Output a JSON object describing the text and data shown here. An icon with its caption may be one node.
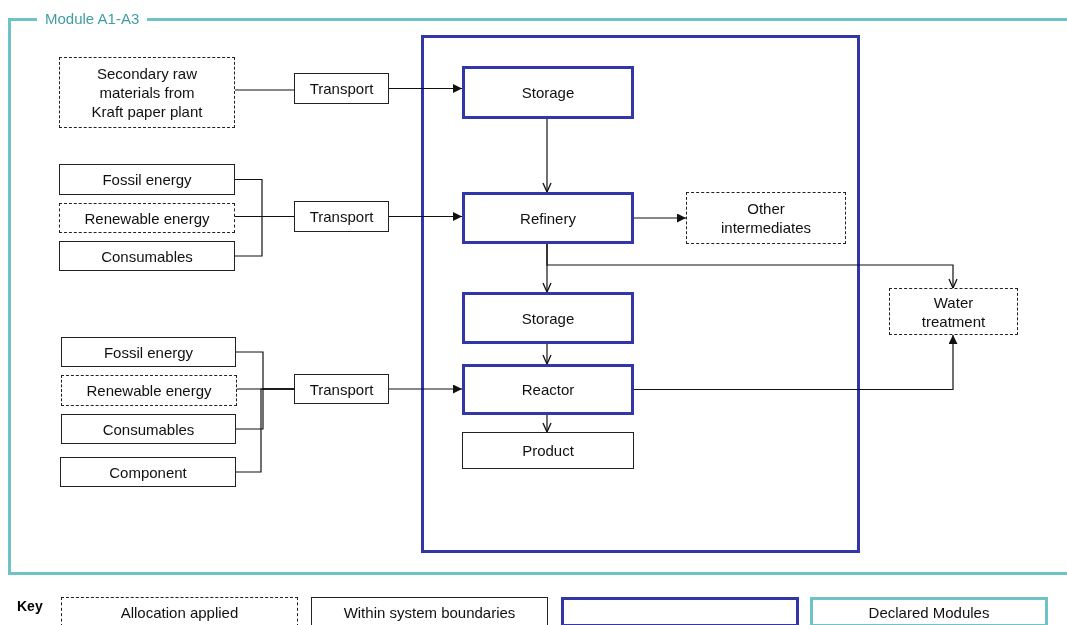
{
  "diagram": {
    "nodes": [
      {
        "text": [
          "Module A1-A3"
        ]
      },
      {
        "text": [],
        "shape": "box",
        "in": 0
      },
      {
        "text": [
          "Secondary raw materials from Kraft paper plant"
        ],
        "in": 0
      },
      {
        "text": [
          "Transport"
        ],
        "in": 0
      },
      {
        "text": [
          "Storage"
        ],
        "in": 1
      },
      {
        "text": [
          "Fossil energy"
        ],
        "in": 0
      },
      {
        "text": [
          "Renewable energy"
        ],
        "in": 0
      },
      {
        "text": [
          "Consumables"
        ],
        "in": 0
      },
      {
        "text": [
          "Transport"
        ],
        "in": 0
      },
      {
        "text": [
          "Refinery"
        ],
        "in": 1
      },
      {
        "text": [
          "Other intermediates"
        ],
        "in": 1
      },
      {
        "text": [
          "Water treatment"
        ],
        "in": 0
      },
      {
        "text": [
          "Storage"
        ],
        "in": 1
      },
      {
        "text": [
          "Fossil energy"
        ],
        "in": 0
      },
      {
        "text": [
          "Renewable energy"
        ],
        "in": 0
      },
      {
        "text": [
          "Consumables"
        ],
        "in": 0
      },
      {
        "text": [
          "Component"
        ],
        "in": 0
      },
      {
        "text": [
          "Transport"
        ],
        "in": 0
      },
      {
        "text": [
          "Reactor"
        ],
        "in": 1
      },
      {
        "text": [
          "Product"
        ],
        "in": 1
      },
      {
        "text": [
          "Allocation applied"
        ]
      },
      {
        "text": [
          "Within system boundaries"
        ]
      },
      {
        "text": [],
        "shape": "box"
      },
      {
        "text": [
          "Declared Modules"
        ]
      }
    ],
    "edges": [
      {
        "from": 2,
        "to": 3,
        "arrow": "none"
      },
      {
        "from": 3,
        "to": 4,
        "arrow": "to"
      },
      {
        "from": 5,
        "to": 8,
        "arrow": "none"
      },
      {
        "from": 6,
        "to": 8,
        "arrow": "none"
      },
      {
        "from": 7,
        "to": 8,
        "arrow": "none"
      },
      {
        "from": 8,
        "to": 9,
        "arrow": "to"
      },
      {
        "from": 4,
        "to": 9,
        "arrow": "to"
      },
      {
        "from": 9,
        "to": 10,
        "arrow": "to"
      },
      {
        "from": 9,
        "to": 12,
        "arrow": "to"
      },
      {
        "from": 9,
        "to": 11,
        "arrow": "to"
      },
      {
        "from": 12,
        "to": 18,
        "arrow": "to"
      },
      {
        "from": 13,
        "to": 17,
        "arrow": "none"
      },
      {
        "from": 14,
        "to": 17,
        "arrow": "none"
      },
      {
        "from": 15,
        "to": 17,
        "arrow": "none"
      },
      {
        "from": 16,
        "to": 17,
        "arrow": "none"
      },
      {
        "from": 17,
        "to": 18,
        "arrow": "to"
      },
      {
        "from": 18,
        "to": 19,
        "arrow": "to"
      },
      {
        "from": 18,
        "to": 11,
        "arrow": "to"
      }
    ],
    "labels": [
      "Key"
    ]
  }
}
